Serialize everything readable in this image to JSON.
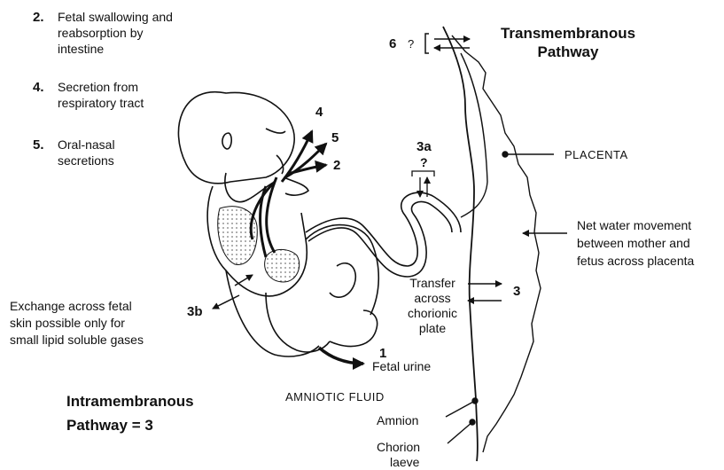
{
  "routes": [
    {
      "num": "2.",
      "text": [
        "Fetal swallowing and",
        "reabsorption by",
        "intestine"
      ]
    },
    {
      "num": "4.",
      "text": [
        "Secretion from",
        "respiratory tract"
      ]
    },
    {
      "num": "5.",
      "text": [
        "Oral-nasal",
        "secretions"
      ]
    }
  ],
  "transmembranous": {
    "title_line1": "Transmembranous",
    "title_line2": "Pathway",
    "label_6": "6",
    "q": "?"
  },
  "arrows": {
    "n4": "4",
    "n5": "5",
    "n2": "2",
    "n3a": "3a",
    "q3a": "?",
    "n3": "3",
    "n3b": "3b",
    "n1": "1"
  },
  "placenta": "PLACENTA",
  "net_water": [
    "Net water movement",
    "between mother and",
    "fetus across placenta"
  ],
  "transfer": [
    "Transfer",
    "across",
    "chorionic",
    "plate"
  ],
  "exchange": [
    "Exchange across fetal",
    "skin possible only for",
    "small lipid soluble gases"
  ],
  "fetal_urine": "Fetal urine",
  "amniotic_fluid": "AMNIOTIC FLUID",
  "amnion": "Amnion",
  "chorion": [
    "Chorion",
    "laeve"
  ],
  "intramembranous": [
    "Intramembranous",
    "Pathway = 3"
  ],
  "colors": {
    "ink": "#111111",
    "stipple": "#777777"
  }
}
